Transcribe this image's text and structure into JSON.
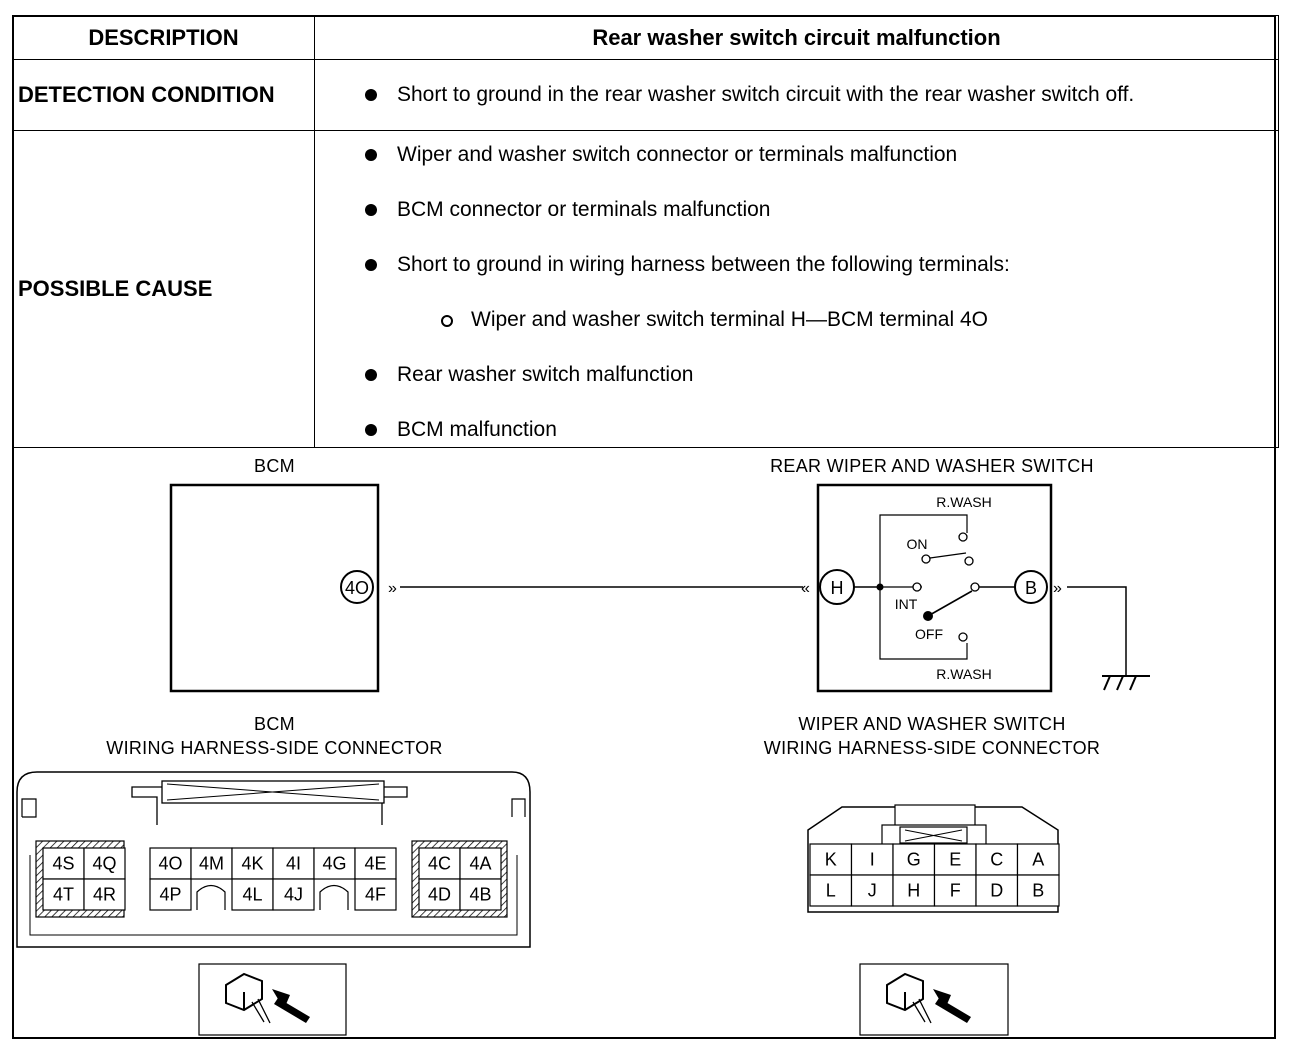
{
  "table": {
    "description_label": "DESCRIPTION",
    "description_value": "Rear washer switch circuit malfunction",
    "detection_label": "DETECTION CONDITION",
    "detection_items": [
      "Short to ground in the rear washer switch circuit with the rear washer switch off."
    ],
    "cause_label": "POSSIBLE CAUSE",
    "cause_items": [
      "Wiper and washer switch connector or terminals malfunction",
      "BCM connector or terminals malfunction",
      "Short to ground in wiring harness between the following terminals:",
      "Wiper and washer switch terminal H—BCM terminal 4O",
      "Rear washer switch malfunction",
      "BCM malfunction"
    ]
  },
  "diagram": {
    "bcm_title": "BCM",
    "switch_title": "REAR WIPER AND WASHER SWITCH",
    "bcm_terminal": "4O",
    "switch_terminal_h": "H",
    "switch_terminal_b": "B",
    "r_wash_top": "R.WASH",
    "on_label": "ON",
    "int_label": "INT",
    "off_label": "OFF",
    "r_wash_bottom": "R.WASH",
    "bcm_connector_title_1": "BCM",
    "bcm_connector_title_2": "WIRING HARNESS-SIDE CONNECTOR",
    "switch_connector_title_1": "WIPER AND WASHER SWITCH",
    "switch_connector_title_2": "WIRING HARNESS-SIDE CONNECTOR",
    "bcm_pins_left_top": [
      "4S",
      "4Q"
    ],
    "bcm_pins_left_bottom": [
      "4T",
      "4R"
    ],
    "bcm_pins_mid_top": [
      "4O",
      "4M",
      "4K",
      "4I",
      "4G",
      "4E"
    ],
    "bcm_pins_mid_bottom": [
      "4P",
      "4L",
      "4J",
      "4F"
    ],
    "bcm_pins_right_top": [
      "4C",
      "4A"
    ],
    "bcm_pins_right_bottom": [
      "4D",
      "4B"
    ],
    "switch_pins_top": [
      "K",
      "I",
      "G",
      "E",
      "C",
      "A"
    ],
    "switch_pins_bottom": [
      "L",
      "J",
      "H",
      "F",
      "D",
      "B"
    ]
  }
}
